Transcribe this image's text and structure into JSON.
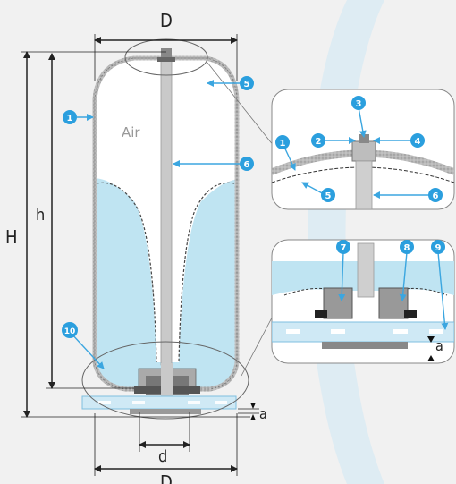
{
  "labels": {
    "diameter_top": "D",
    "diameter_bottom": "D",
    "height_total": "H",
    "height_inner": "h",
    "connection_d": "d",
    "gap_a": "a",
    "gap_a_detail": "a",
    "air": "Air"
  },
  "callouts": [
    "1",
    "2",
    "3",
    "4",
    "5",
    "6",
    "7",
    "8",
    "9",
    "10"
  ],
  "colors": {
    "water": "#bfe4f2",
    "badge": "#2b9fde",
    "arrow": "#3ba6e0",
    "watermark": "#dcebf3",
    "shell": "#bdbdbd",
    "steel": "#8a8a8a"
  }
}
